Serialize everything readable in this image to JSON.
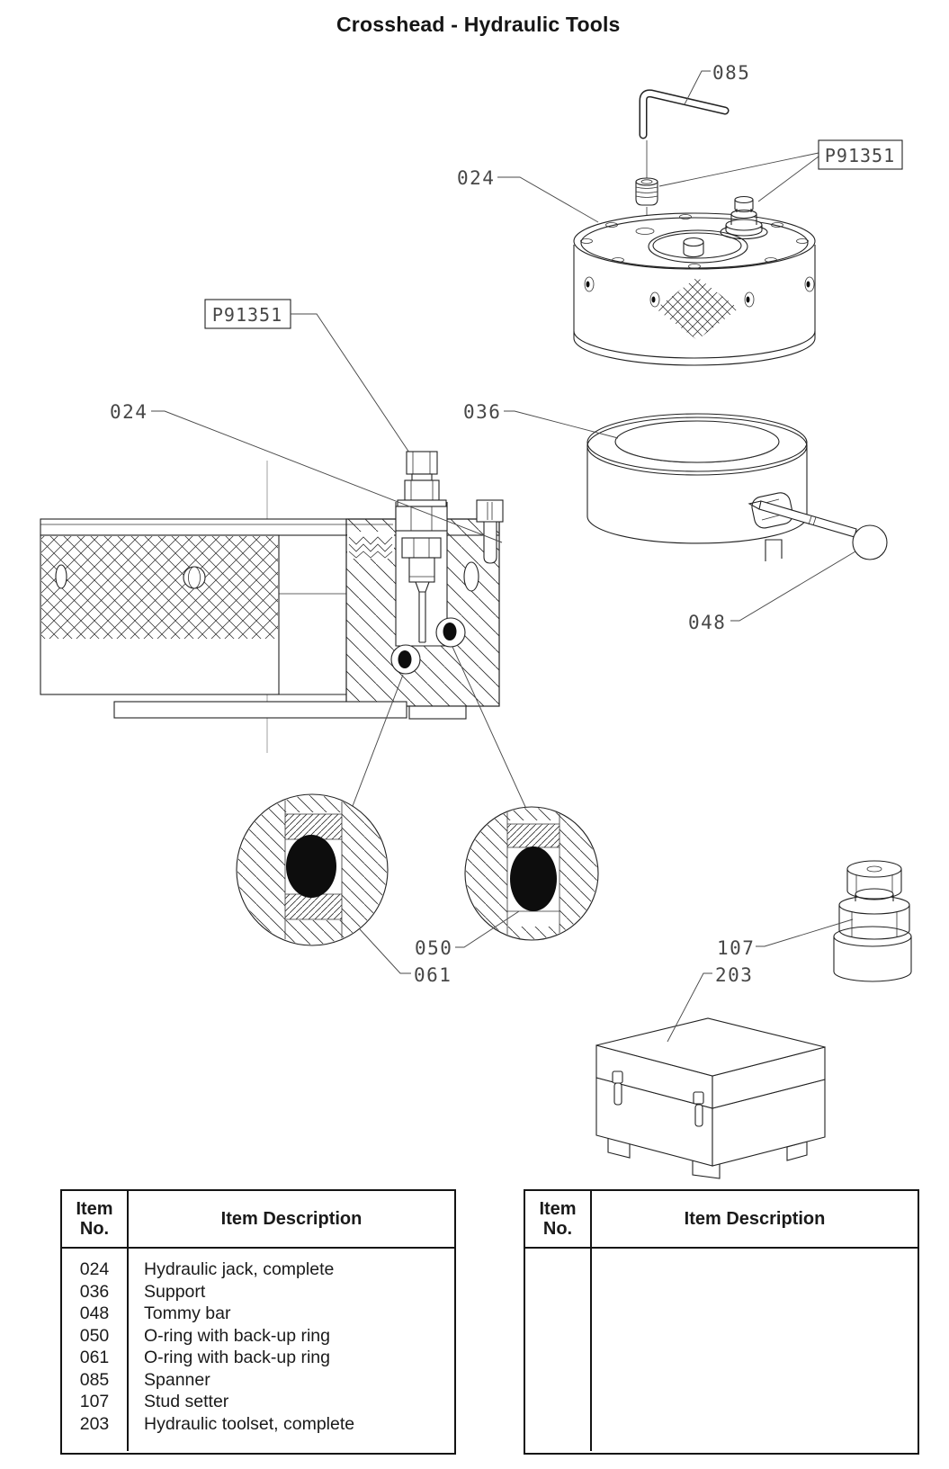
{
  "title": "Crosshead - Hydraulic Tools",
  "drawing": {
    "labels": {
      "spanner": "085",
      "part_no_top": "P91351",
      "jack": "024",
      "part_no_section": "P91351",
      "jack_section": "024",
      "support": "036",
      "tommy_bar": "048",
      "oring_050": "050",
      "oring_061": "061",
      "stud_setter": "107",
      "toolset": "203"
    }
  },
  "parts_table": {
    "header": {
      "col1_line1": "Item",
      "col1_line2": "No.",
      "col2": "Item Description"
    },
    "rows": [
      {
        "no": "024",
        "desc": "Hydraulic jack, complete"
      },
      {
        "no": "036",
        "desc": "Support"
      },
      {
        "no": "048",
        "desc": "Tommy bar"
      },
      {
        "no": "050",
        "desc": "O-ring with back-up ring"
      },
      {
        "no": "061",
        "desc": "O-ring with back-up ring"
      },
      {
        "no": "085",
        "desc": "Spanner"
      },
      {
        "no": "107",
        "desc": "Stud setter"
      },
      {
        "no": "203",
        "desc": "Hydraulic toolset, complete"
      }
    ]
  },
  "empty_table": {
    "header": {
      "col1_line1": "Item",
      "col1_line2": "No.",
      "col2": "Item Description"
    }
  },
  "colors": {
    "line": "#222222",
    "label": "#474747",
    "paper": "#ffffff"
  }
}
